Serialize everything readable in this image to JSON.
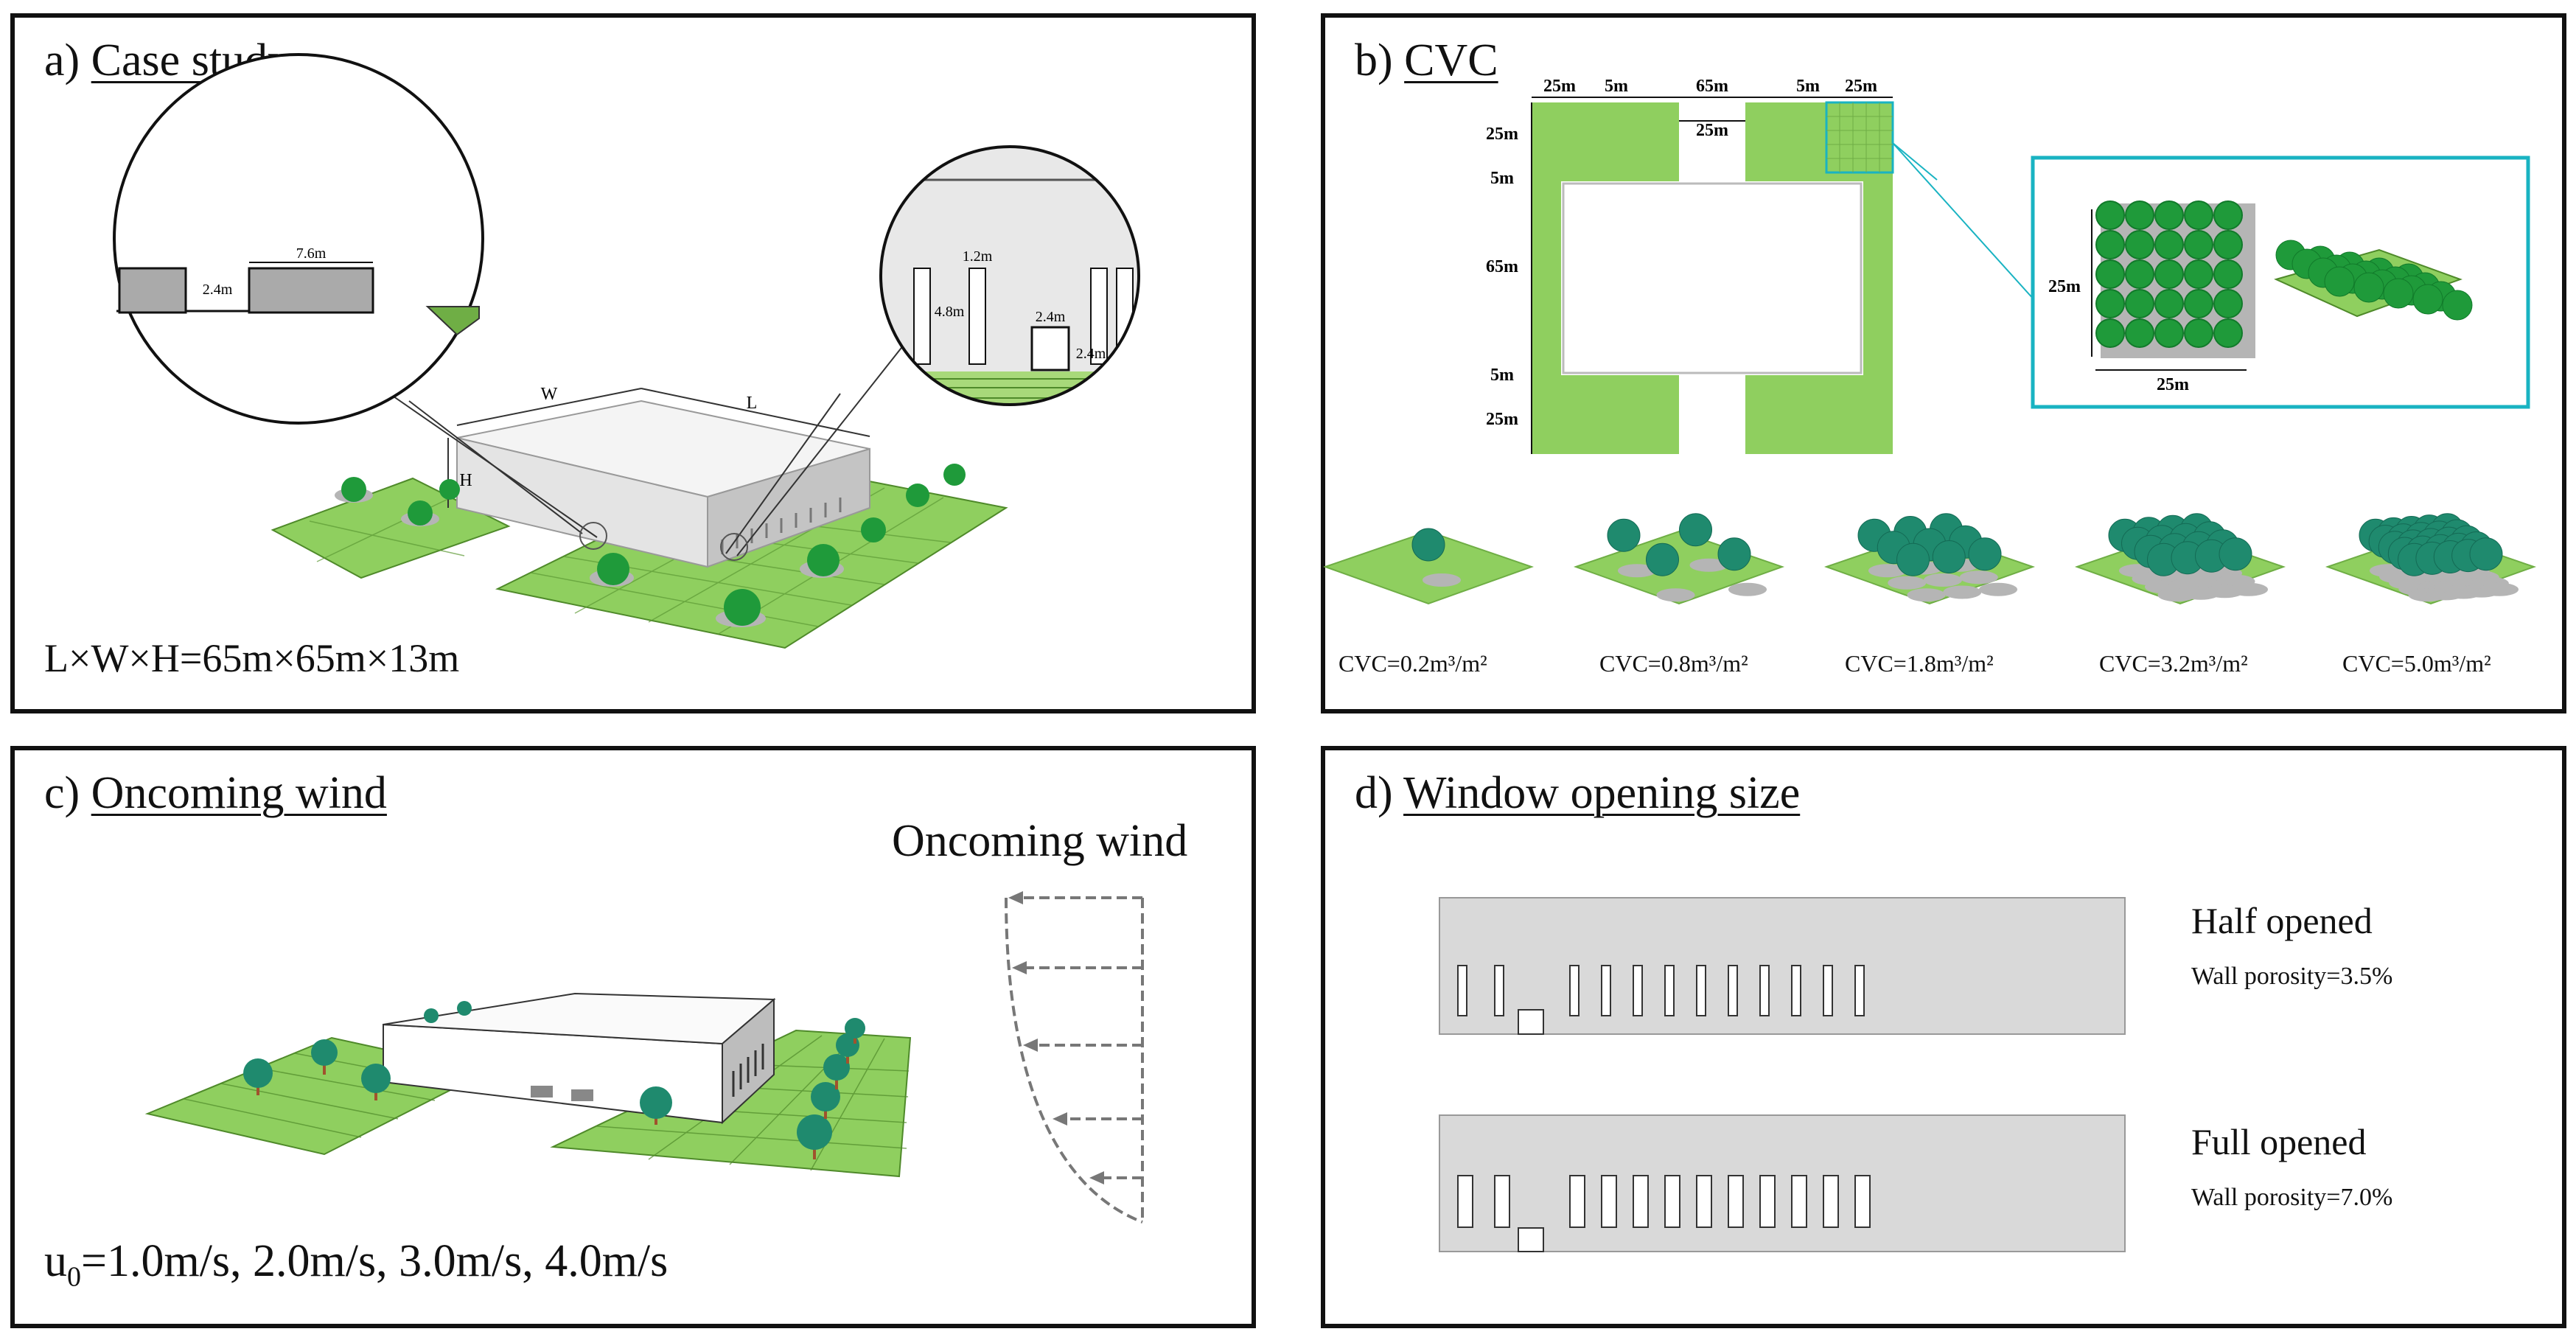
{
  "colors": {
    "grass": "#8fcf5f",
    "grass_dark": "#6fae45",
    "grid_line": "#4f8a2a",
    "tree": "#1f9a3a",
    "tree_dark": "#117a2a",
    "tree_teal": "#1f8a6e",
    "building": "#d9d9d9",
    "border_teal": "#19b3c2",
    "shadow": "#b5b5b5"
  },
  "panel_a": {
    "letter": "a)",
    "title": "Case study",
    "dimension_text": "L×W×H=65m×65m×13m",
    "labels": {
      "w": "W",
      "l": "L",
      "h": "H",
      "gap": "2.4m",
      "width": "7.6m",
      "win_w": "1.2m",
      "win_h": "4.8m",
      "door_w": "2.4m",
      "door_h": "2.4m"
    }
  },
  "panel_b": {
    "letter": "b)",
    "title": "CVC",
    "top_dims": [
      "25m",
      "5m",
      "65m",
      "5m",
      "25m"
    ],
    "inner_dim": "25m",
    "side_dims": [
      "25m",
      "5m",
      "65m",
      "5m",
      "25m"
    ],
    "zoom_dim_v": "25m",
    "zoom_dim_h": "25m",
    "cvc_labels": [
      "CVC=0.2m³/m²",
      "CVC=0.8m³/m²",
      "CVC=1.8m³/m²",
      "CVC=3.2m³/m²",
      "CVC=5.0m³/m²"
    ],
    "tree_counts": [
      1,
      4,
      9,
      16,
      25
    ]
  },
  "panel_c": {
    "letter": "c)",
    "title": "Oncoming wind",
    "wind_label": "Oncoming wind",
    "speed_prefix": "u",
    "speed_sub": "0",
    "speed_text": "=1.0m/s, 2.0m/s, 3.0m/s, 4.0m/s"
  },
  "panel_d": {
    "letter": "d)",
    "title": "Window opening size",
    "half_title": "Half opened",
    "half_porosity": "Wall porosity=3.5%",
    "full_title": "Full opened",
    "full_porosity": "Wall porosity=7.0%"
  }
}
